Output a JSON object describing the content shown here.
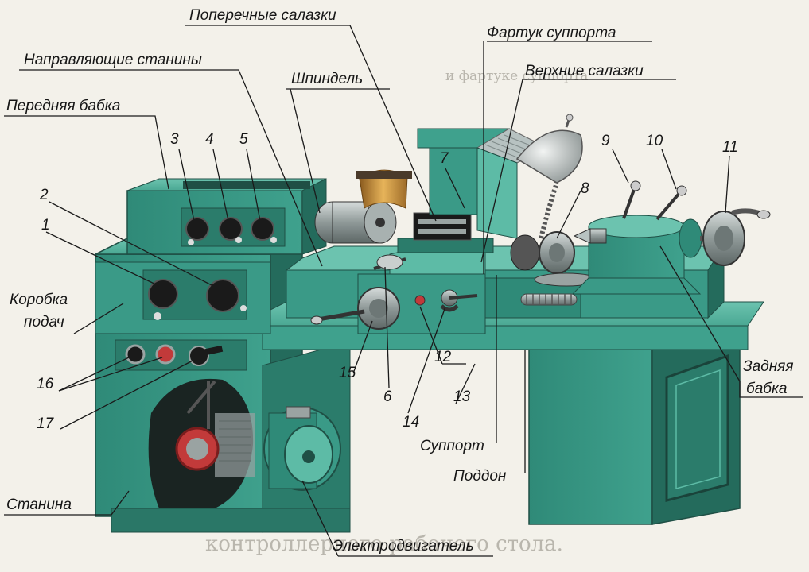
{
  "title": "",
  "colors": {
    "background": "#f3f1ea",
    "machine_body": "#3a9a87",
    "machine_dark": "#246b5c",
    "machine_light": "#5dbba6",
    "metal": "#9aa3a2",
    "brass": "#d3a048",
    "leader_line": "#1a1a1a"
  },
  "labels": {
    "cross_slide": "Поперечные салазки",
    "carriage_apron": "Фартук суппорта",
    "bed_ways": "Направляющие станины",
    "top_slide": "Верхние салазки",
    "spindle": "Шпиндель",
    "headstock": "Передняя бабка",
    "feed_box_line1": "Коробка",
    "feed_box_line2": "подач",
    "tailstock_line1": "Задняя",
    "tailstock_line2": "бабка",
    "carriage": "Суппорт",
    "chip_tray": "Поддон",
    "bed": "Станина",
    "motor": "Электродвигатель"
  },
  "numbers": [
    "1",
    "2",
    "3",
    "4",
    "5",
    "6",
    "7",
    "8",
    "9",
    "10",
    "11",
    "12",
    "13",
    "14",
    "15",
    "16",
    "17"
  ],
  "background_text": {
    "line1": "и фартуке суппорта",
    "line2": "контроллерного рабочего стола."
  }
}
